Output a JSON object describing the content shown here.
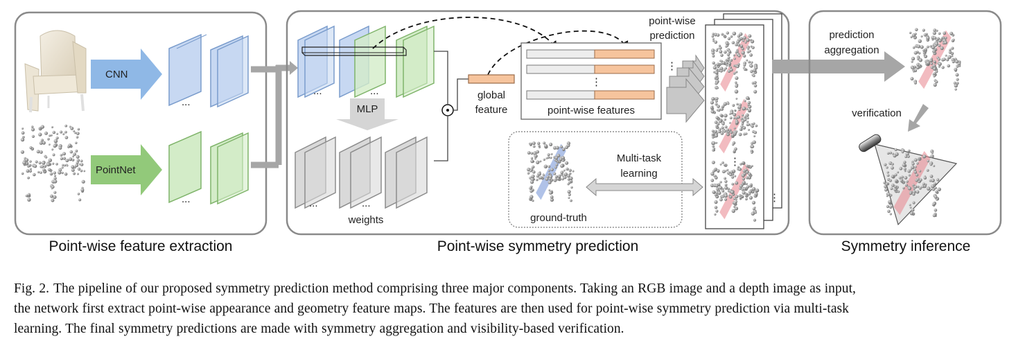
{
  "panels": {
    "extraction": {
      "title": "Point-wise feature extraction",
      "cnn_label": "CNN",
      "pointnet_label": "PointNet",
      "ellipsis": "..."
    },
    "prediction": {
      "title": "Point-wise symmetry prediction",
      "mlp_label": "MLP",
      "weights_label": "weights",
      "global_feature_label": [
        "global",
        "feature"
      ],
      "pointwise_features_label": "point-wise features",
      "pointwise_prediction_label": [
        "point-wise",
        "prediction"
      ],
      "multitask_label": [
        "Multi-task",
        "learning"
      ],
      "ground_truth_label": "ground-truth",
      "elementwise_symbol": "⊙",
      "ellipsis": "...",
      "vdots": "⋮"
    },
    "inference": {
      "title": "Symmetry inference",
      "aggregation_label": [
        "prediction",
        "aggregation"
      ],
      "verification_label": "verification"
    }
  },
  "caption": {
    "label": "Fig. 2.",
    "lines": [
      "The pipeline of our proposed symmetry prediction method comprising three major components. Taking an RGB image and a depth image as input,",
      "the network first extract point-wise appearance and geometry feature maps. The features are then used for point-wise symmetry prediction via multi-task",
      "learning. The final symmetry predictions are made with symmetry aggregation and visibility-based verification."
    ]
  },
  "colors": {
    "panel_border": "#8a8a8a",
    "cnn_blue": "#8fb8e6",
    "pointnet_green": "#92c97a",
    "feature_blue": "#c7d8f2",
    "feature_green": "#d3ecc8",
    "weights_gray": "#d9d9d9",
    "feature_orange": "#f6c49d",
    "plane_red": "#e8848c",
    "plane_blue": "#6f8fd6",
    "arrow_gray": "#a6a6a6"
  }
}
